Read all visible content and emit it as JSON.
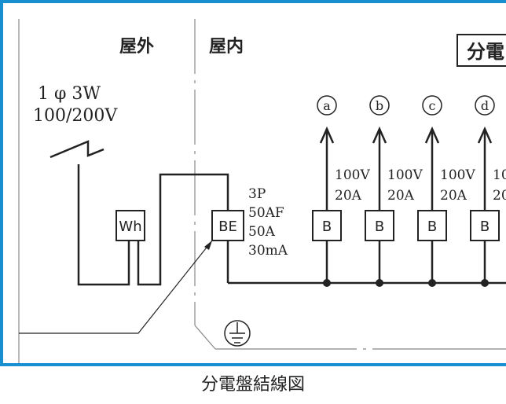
{
  "zones": {
    "outdoor": "屋外",
    "indoor": "屋内"
  },
  "panel_label": "分電",
  "supply": {
    "phase": "1 φ 3W",
    "voltage": "100/200V"
  },
  "meter": "Wh",
  "main_breaker": {
    "symbol": "BE",
    "specs": [
      "3P",
      "50AF",
      "50A",
      "30mA"
    ]
  },
  "branches": [
    {
      "circle": "a",
      "voltage": "100V",
      "current": "20A",
      "symbol": "B"
    },
    {
      "circle": "b",
      "voltage": "100V",
      "current": "20A",
      "symbol": "B"
    },
    {
      "circle": "c",
      "voltage": "100V",
      "current": "20A",
      "symbol": "B"
    },
    {
      "circle": "d",
      "voltage": "10",
      "current": "20",
      "symbol": "B"
    }
  ],
  "caption": "分電盤結線図",
  "colors": {
    "frame": "#1a8fd0",
    "line": "#222222",
    "dashed": "#888888"
  }
}
